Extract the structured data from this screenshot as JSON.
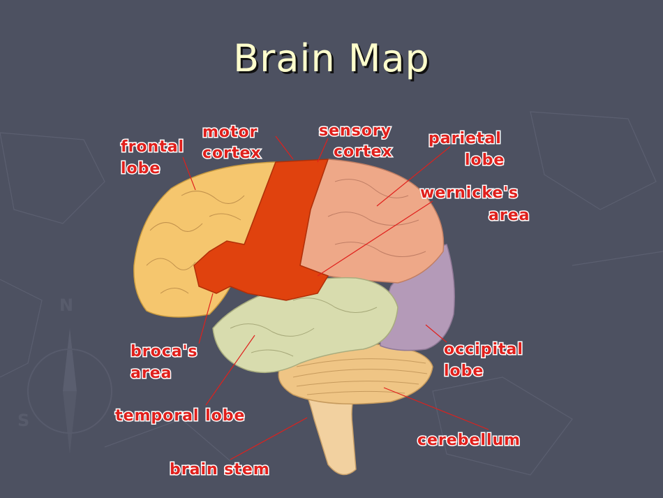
{
  "slide": {
    "title": "Brain Map"
  },
  "labels": {
    "frontal_lobe": [
      "frontal",
      "lobe"
    ],
    "motor_cortex": [
      "motor",
      "cortex"
    ],
    "sensory_cortex": [
      "sensory",
      "cortex"
    ],
    "parietal_lobe": [
      "parietal",
      "lobe"
    ],
    "wernickes_area": [
      "wernicke's",
      "area"
    ],
    "brocas_area": [
      "broca's",
      "area"
    ],
    "occipital_lobe": [
      "occipital",
      "lobe"
    ],
    "temporal_lobe": "temporal lobe",
    "cerebellum": "cerebellum",
    "brain_stem": "brain stem"
  },
  "colors": {
    "background": "#4d5161",
    "title": "#ffffcc",
    "label": "#e0201c",
    "frontal": "#f5c66e",
    "motor": "#e0420e",
    "parietal": "#eea888",
    "temporal": "#d8dcae",
    "occipital": "#b49ab8",
    "cerebellum": "#efc585",
    "stem": "#f2d1a0"
  }
}
